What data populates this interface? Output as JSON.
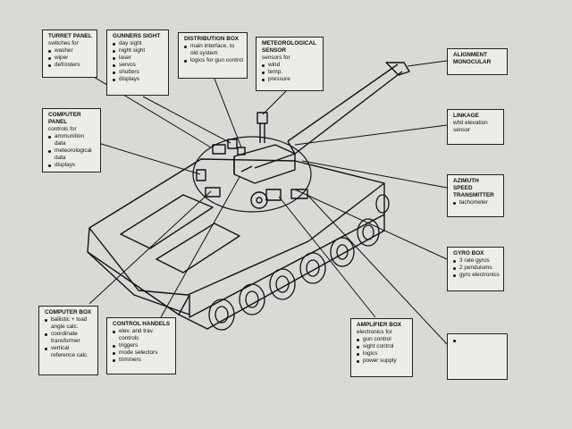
{
  "colors": {
    "paper": "#d9d9d6",
    "ink": "#111111",
    "box": "#ecece8"
  },
  "callouts": [
    {
      "id": "turret-panel",
      "title": "TURRET PANEL",
      "sub": "switches for",
      "items": [
        "washer",
        "wiper",
        "defrosters"
      ]
    },
    {
      "id": "gunners-sight",
      "title": "GUNNERS SIGHT",
      "sub": "",
      "items": [
        "day sight",
        "night sight",
        "laser",
        "servos",
        "shutters",
        "displays"
      ]
    },
    {
      "id": "distribution-box",
      "title": "DISTRIBUTION BOX",
      "sub": "",
      "items": [
        "main interface, to old system",
        "logics for gun control"
      ]
    },
    {
      "id": "meteorological-sensor",
      "title": "METEOROLOGICAL SENSOR",
      "sub": "sensors for",
      "items": [
        "wind",
        "temp.",
        "pressure"
      ]
    },
    {
      "id": "alignment-monocular",
      "title": "ALIGNMENT MONOCULAR",
      "sub": "",
      "items": []
    },
    {
      "id": "computer-panel",
      "title": "COMPUTER PANEL",
      "sub": "controls for",
      "items": [
        "ammunition data",
        "meteorological data",
        "displays"
      ]
    },
    {
      "id": "linkage",
      "title": "LINKAGE",
      "sub": "whit elevation sensor",
      "items": []
    },
    {
      "id": "azimuth-speed-transmitter",
      "title": "AZIMUTH SPEED TRANSMITTER",
      "sub": "",
      "items": [
        "tachometer"
      ]
    },
    {
      "id": "gyro-box",
      "title": "GYRO BOX",
      "sub": "",
      "items": [
        "3 rate gyros",
        "2 pendulums",
        "gyro electronics"
      ]
    },
    {
      "id": "computer-box",
      "title": "COMPUTER BOX",
      "sub": "",
      "items": [
        "ballistic + load angle calc.",
        "coordinate transformer",
        "vertical reference calc."
      ]
    },
    {
      "id": "control-handels",
      "title": "CONTROL HANDELS",
      "sub": "",
      "items": [
        "elev. and trav. controls",
        "triggers",
        "mode selectors",
        "trimmers"
      ]
    },
    {
      "id": "amplifier-box",
      "title": "AMPLIFIER BOX",
      "sub": "electronics for",
      "items": [
        "gun control",
        "sight control",
        "logics",
        "power supply"
      ]
    }
  ]
}
